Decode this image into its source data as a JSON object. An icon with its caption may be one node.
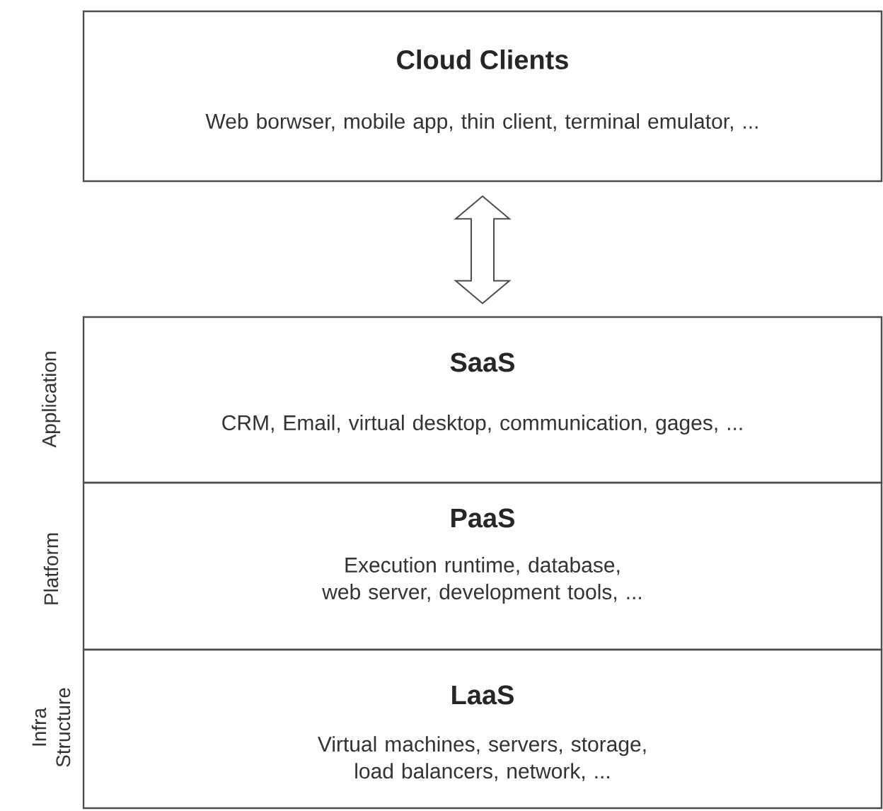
{
  "diagram": {
    "nodes": [
      {
        "text": [
          "Cloud Clients",
          "Web borwser, mobile app, thin client, terminal emulator, ..."
        ]
      },
      {
        "text": [
          "SaaS",
          "CRM, Email, virtual desktop, communication, gages, ..."
        ],
        "beside": [
          "Application"
        ]
      },
      {
        "text": [
          "PaaS",
          "Execution runtime, database, web server, development tools, ..."
        ],
        "beside": [
          "Platform"
        ]
      },
      {
        "text": [
          "LaaS",
          "Virtual machines, servers, storage, load balancers, network, ..."
        ],
        "beside": [
          "Infra Structure"
        ]
      }
    ],
    "edges": [
      {
        "from": 0,
        "to": 1,
        "arrow": "both"
      }
    ]
  }
}
